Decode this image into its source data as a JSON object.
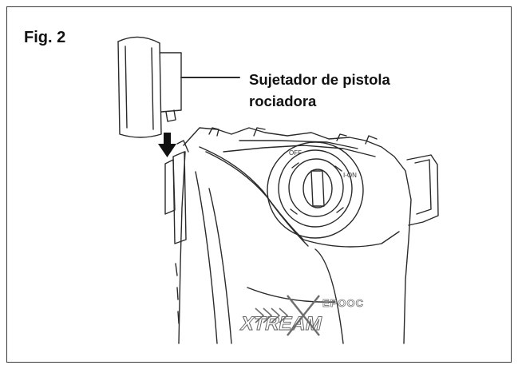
{
  "figure": {
    "label": "Fig. 2",
    "callout": {
      "line1": "Sujetador de pistola",
      "line2": "rociadora"
    },
    "dial_marks": [
      "OFF",
      "I-ON"
    ],
    "brand_logo_text": "XTREAM",
    "model_logo_text": "EPOOC"
  }
}
